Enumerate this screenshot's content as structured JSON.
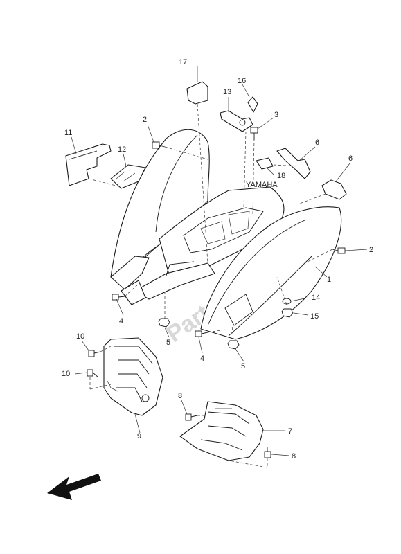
{
  "watermark": "PartsRepublik",
  "callouts": {
    "c1": "1",
    "c2a": "2",
    "c2b": "2",
    "c3": "3",
    "c4a": "4",
    "c4b": "4",
    "c5a": "5",
    "c5b": "5",
    "c6a": "6",
    "c6b": "6",
    "c7": "7",
    "c8a": "8",
    "c8b": "8",
    "c9": "9",
    "c10a": "10",
    "c10b": "10",
    "c11": "11",
    "c12": "12",
    "c13": "13",
    "c14": "14",
    "c15": "15",
    "c16": "16",
    "c17": "17",
    "c18": "18"
  }
}
